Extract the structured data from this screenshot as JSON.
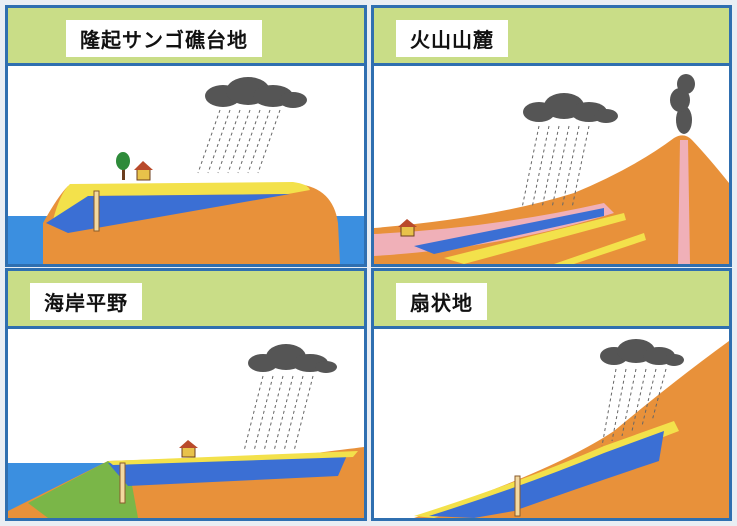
{
  "panels": {
    "coral": {
      "title": "隆起サンゴ礁台地"
    },
    "volcano": {
      "title": "火山山麓"
    },
    "coastal": {
      "title": "海岸平野"
    },
    "fan": {
      "title": "扇状地"
    }
  },
  "colors": {
    "panel_border": "#2f6fb0",
    "header_bg": "#c9dd87",
    "ground": "#e8913a",
    "water": "#3b6fd4",
    "sea": "#3b8fe0",
    "coral_layer": "#f3e14b",
    "green_layer": "#7ab648",
    "cloud": "#555555",
    "lava": "#f0b0b8"
  }
}
